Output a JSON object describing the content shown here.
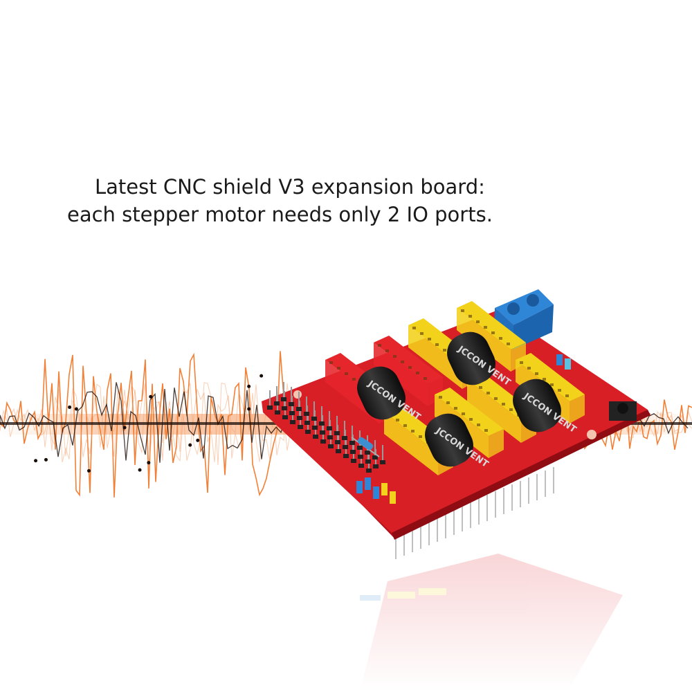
{
  "caption": {
    "line1": "Latest CNC shield V3 expansion board:",
    "line2": "each stepper motor needs only 2 IO ports."
  },
  "capacitor_label": "JCCON VENT",
  "colors": {
    "board_red": "#d81f26",
    "header_yellow": "#f2d21a",
    "header_red": "#e5262b",
    "terminal_blue": "#2f86d6",
    "wave_orange": "#f06a14",
    "wave_dark": "#1a0d08"
  }
}
